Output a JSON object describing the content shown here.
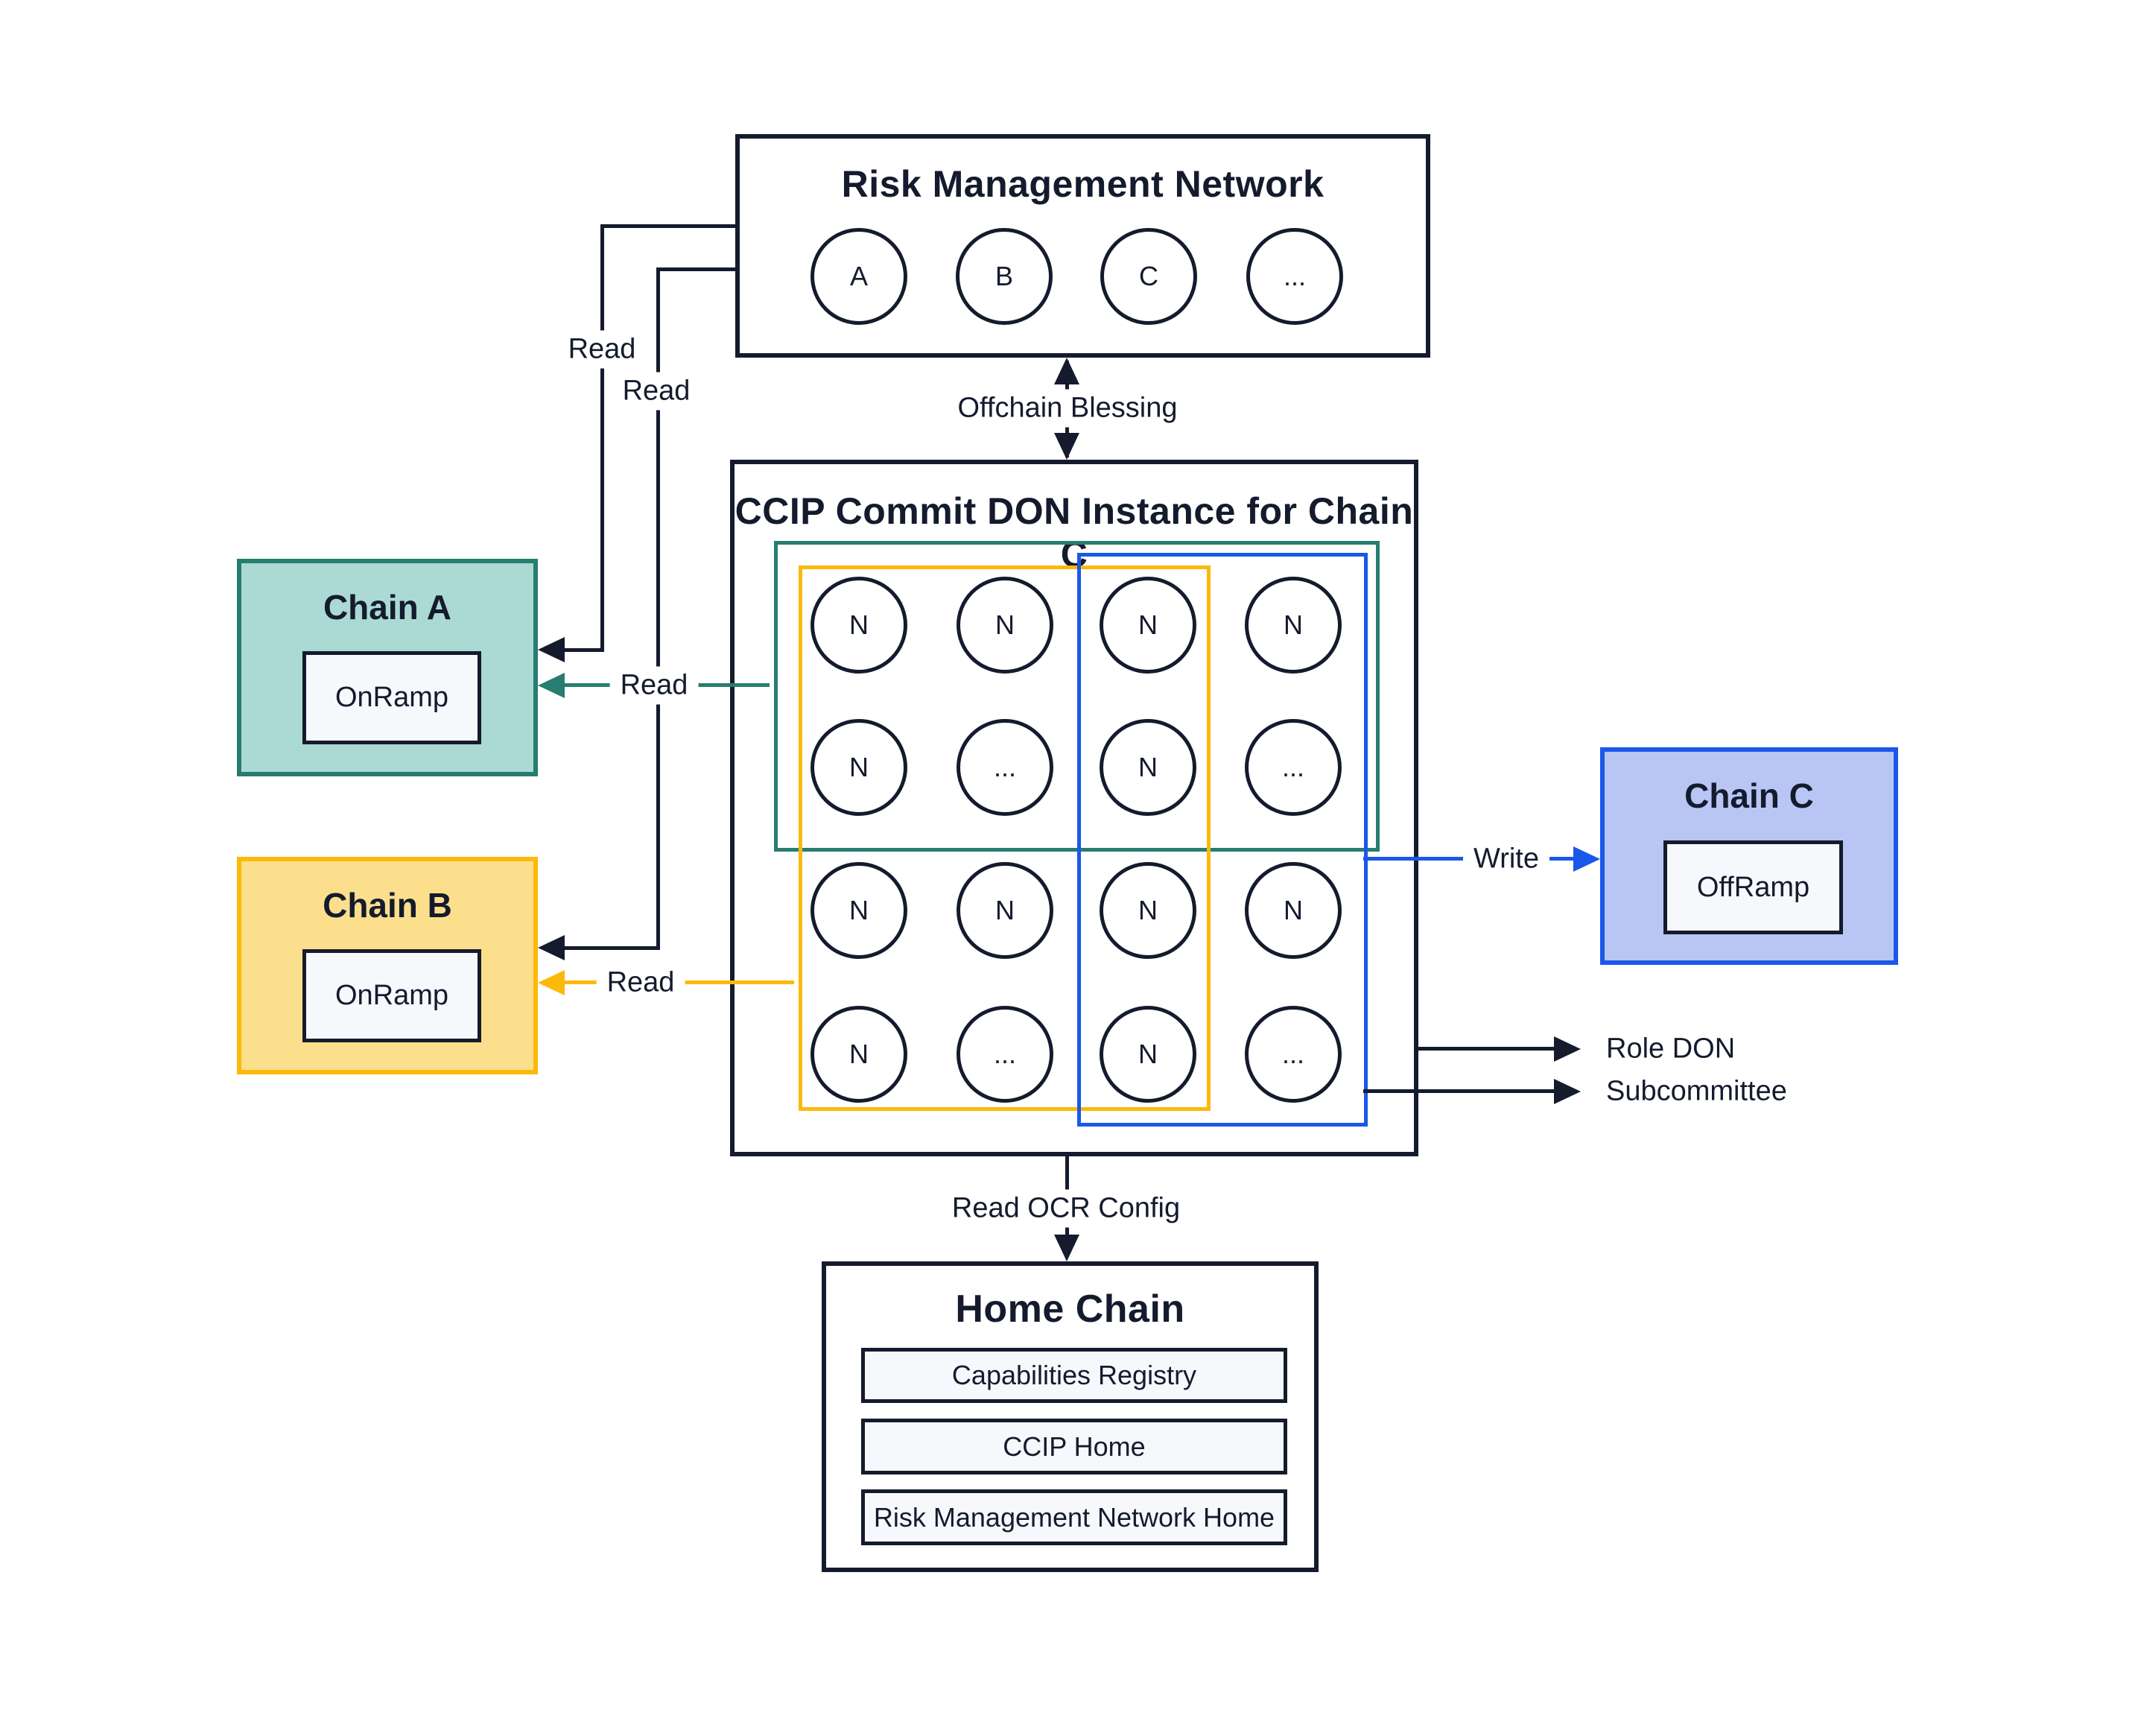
{
  "colors": {
    "ink": "#141b2d",
    "teal_stroke": "#267d70",
    "teal_fill": "#abd9d4",
    "amber_stroke": "#fcb90a",
    "amber_fill": "#fcdf8d",
    "blue_stroke": "#1b57e9",
    "blue_fill": "#b9c6f4",
    "panel_fill": "#f6f8fc"
  },
  "rmn": {
    "title": "Risk Management Network",
    "nodes": [
      "A",
      "B",
      "C",
      "..."
    ]
  },
  "don": {
    "title": "CCIP Commit DON Instance for Chain C",
    "grid": [
      [
        "N",
        "N",
        "N",
        "N"
      ],
      [
        "N",
        "...",
        "N",
        "..."
      ],
      [
        "N",
        "N",
        "N",
        "N"
      ],
      [
        "N",
        "...",
        "N",
        "..."
      ]
    ]
  },
  "legend": {
    "role_don": "Role DON",
    "subcommittee": "Subcommittee"
  },
  "edges": {
    "read": "Read",
    "write": "Write",
    "offchain_blessing": "Offchain Blessing",
    "read_ocr_config": "Read OCR Config"
  },
  "chain_a": {
    "title": "Chain A",
    "ramp": "OnRamp"
  },
  "chain_b": {
    "title": "Chain B",
    "ramp": "OnRamp"
  },
  "chain_c": {
    "title": "Chain C",
    "ramp": "OffRamp"
  },
  "home": {
    "title": "Home Chain",
    "rows": [
      "Capabilities Registry",
      "CCIP Home",
      "Risk Management Network Home"
    ]
  }
}
